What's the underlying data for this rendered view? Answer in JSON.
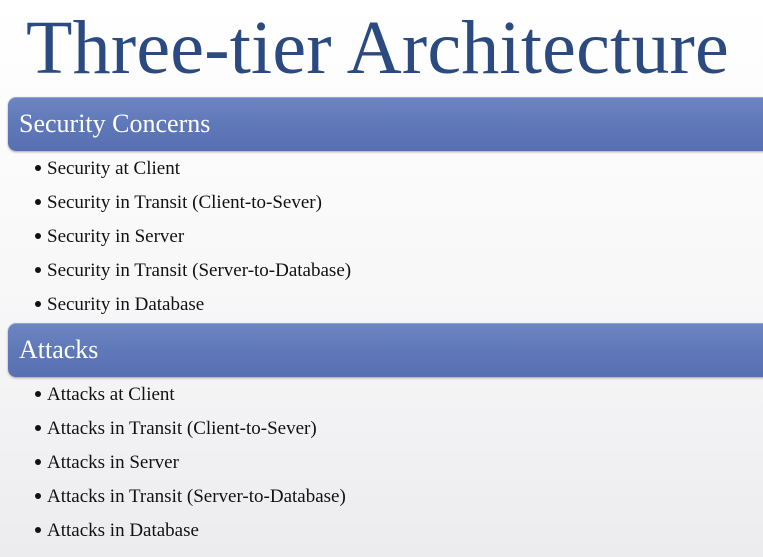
{
  "title": "Three-tier Architecture",
  "sections": [
    {
      "heading": "Security Concerns",
      "items": [
        "Security at Client",
        "Security in Transit (Client-to-Sever)",
        "Security in Server",
        "Security in Transit (Server-to-Database)",
        "Security in Database"
      ]
    },
    {
      "heading": "Attacks",
      "items": [
        "Attacks at Client",
        "Attacks in Transit (Client-to-Sever)",
        "Attacks in Server",
        "Attacks in Transit (Server-to-Database)",
        "Attacks in Database"
      ]
    }
  ],
  "colors": {
    "title": "#2b4a80",
    "section_header": "#6079b8",
    "bullet_text": "#111111"
  }
}
